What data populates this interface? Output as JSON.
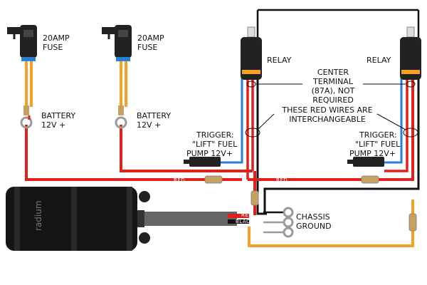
{
  "diagram": {
    "fuse_left": {
      "label_line1": "20AMP",
      "label_line2": "FUSE"
    },
    "fuse_right": {
      "label_line1": "20AMP",
      "label_line2": "FUSE"
    },
    "battery_left": {
      "label_line1": "BATTERY",
      "label_line2": "12V +"
    },
    "battery_right": {
      "label_line1": "BATTERY",
      "label_line2": "12V +"
    },
    "relay_left": {
      "label": "RELAY"
    },
    "relay_right": {
      "label": "RELAY"
    },
    "center_terminal": {
      "line1": "CENTER",
      "line2": "TERMINAL",
      "line3": "(87A), NOT",
      "line4": "REQUIRED"
    },
    "interchangeable": {
      "line1": "THESE RED WIRES ARE",
      "line2": "INTERCHANGEABLE"
    },
    "trigger_left": {
      "line1": "TRIGGER:",
      "line2": "\"LIFT\" FUEL",
      "line3": "PUMP 12V+"
    },
    "trigger_right": {
      "line1": "TRIGGER:",
      "line2": "\"LIFT\" FUEL",
      "line3": "PUMP 12V+"
    },
    "chassis_ground": {
      "line1": "CHASSIS",
      "line2": "GROUND"
    },
    "wire_labels": {
      "red_1": "RED",
      "red_2": "RED",
      "red_3": "RED",
      "black": "BLACK"
    },
    "pump_brand": "radium",
    "colors": {
      "red_wire": "#e0201c",
      "blue_wire": "#2a7fd4",
      "orange_wire": "#f5a02a",
      "black_wire": "#111111",
      "fuse_body": "#222222",
      "terminal": "#9a9a9a"
    }
  }
}
